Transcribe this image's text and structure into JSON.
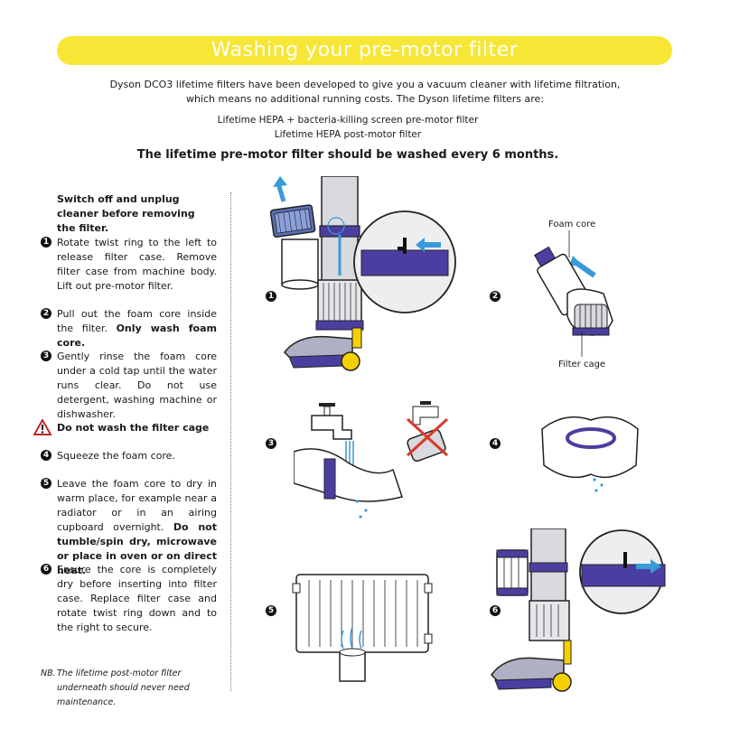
{
  "title": "Washing your pre-motor filter",
  "intro": {
    "line1": "Dyson DCO3 lifetime filters have been developed to give you a vacuum cleaner with lifetime filtration,",
    "line2": "which means no additional running costs. The Dyson lifetime filters are:"
  },
  "filters": {
    "line1": "Lifetime HEPA + bacteria-killing screen pre-motor filter",
    "line2": "Lifetime HEPA post-motor filter"
  },
  "headline": "The lifetime pre-motor filter should be washed every 6 months.",
  "instructions": {
    "intro": "Switch off and unplug cleaner before removing the filter.",
    "step1_num": "1",
    "step1": "Rotate twist ring to the left to release filter case. Remove filter case from machine body. Lift out pre-motor filter.",
    "step2_num": "2",
    "step2_a": "Pull out the foam core inside the filter. ",
    "step2_b": "Only wash foam core.",
    "step3_num": "3",
    "step3": "Gently rinse the foam core under a cold tap until the water runs clear. Do not use detergent, washing machine or dishwasher.",
    "warning": "Do not wash the filter cage",
    "step4_num": "4",
    "step4": "Squeeze the foam core.",
    "step5_num": "5",
    "step5_a": "Leave the foam core to dry in warm place, for example near a radiator or in an airing cupboard overnight. ",
    "step5_b": "Do not tumble/spin dry, microwave or place in oven or on direct heat.",
    "step6_num": "6",
    "step6": "Ensure the core is completely dry before inserting into filter case. Replace filter case and rotate twist ring down and to the right to secure.",
    "note_label": "NB.",
    "note": "The lifetime post-motor filter underneath should never need maintenance."
  },
  "illustrations": {
    "badge1": "1",
    "badge2": "2",
    "badge3": "3",
    "badge4": "4",
    "badge5": "5",
    "badge6": "6",
    "foam_core_label": "Foam core",
    "filter_cage_label": "Filter cage"
  },
  "colors": {
    "title_bar": "#f7e635",
    "machine_purple": "#4a3fa0",
    "machine_yellow": "#f5d000",
    "arrow_blue": "#3a9ad9",
    "cross_red": "#d63a2a"
  }
}
